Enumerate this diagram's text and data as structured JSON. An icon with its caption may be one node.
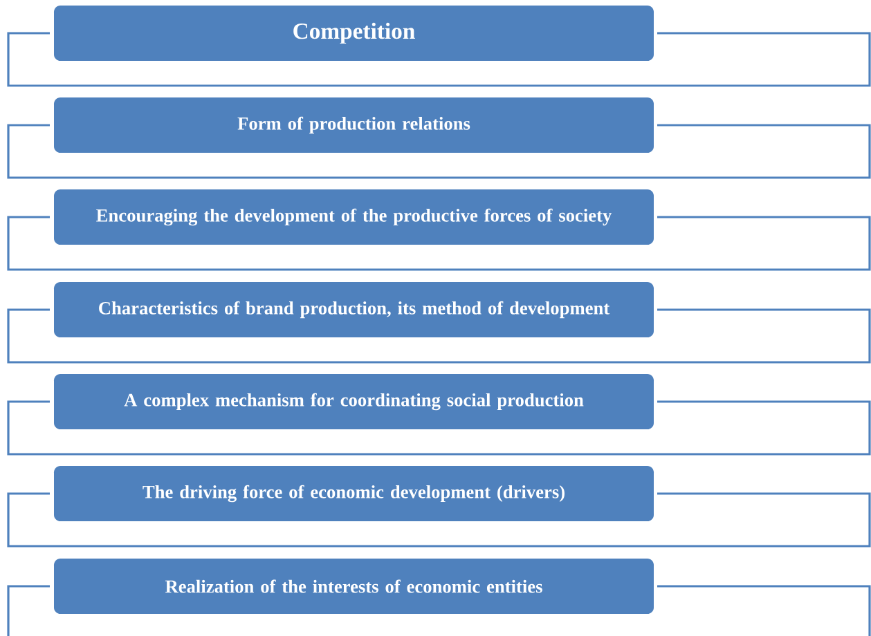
{
  "diagram": {
    "nodes": [
      {
        "text": [
          "Competition"
        ]
      },
      {
        "text": [
          "Form of production relations"
        ]
      },
      {
        "text": [
          "Encouraging the development of the productive forces of society"
        ]
      },
      {
        "text": [
          "Characteristics of brand production, its method of development"
        ]
      },
      {
        "text": [
          "A complex mechanism for coordinating social production"
        ]
      },
      {
        "text": [
          "The driving force of economic development (drivers)"
        ]
      },
      {
        "text": [
          "Realization of the interests of economic entities"
        ]
      }
    ]
  }
}
